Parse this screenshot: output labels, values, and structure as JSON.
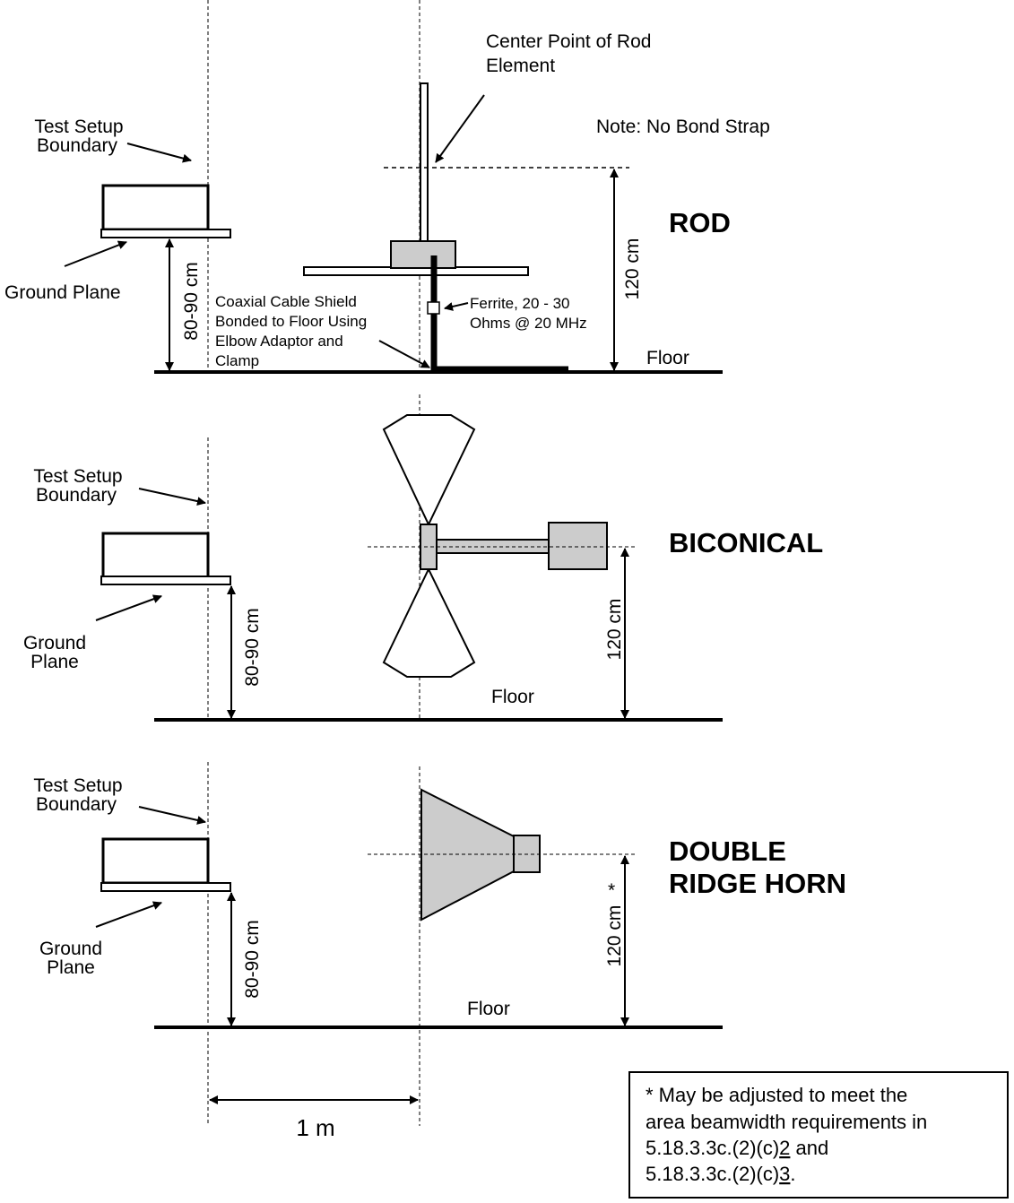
{
  "rod": {
    "center_point_line1": "Center Point of Rod",
    "center_point_line2": "Element",
    "note": "Note: No Bond Strap",
    "boundary_line1": "Test Setup",
    "boundary_line2": "Boundary",
    "ground_plane": "Ground Plane",
    "height_gp": "80-90 cm",
    "coax_line1": "Coaxial Cable Shield",
    "coax_line2": "Bonded to Floor Using",
    "coax_line3": "Elbow Adaptor and",
    "coax_line4": "Clamp",
    "ferrite_line1": "Ferrite, 20 - 30",
    "ferrite_line2": "Ohms @ 20 MHz",
    "height_ant": "120 cm",
    "floor": "Floor",
    "title": "ROD"
  },
  "biconical": {
    "boundary_line1": "Test Setup",
    "boundary_line2": "Boundary",
    "ground_line1": "Ground",
    "ground_line2": "Plane",
    "height_gp": "80-90 cm",
    "height_ant": "120 cm",
    "floor": "Floor",
    "title": "BICONICAL"
  },
  "horn": {
    "boundary_line1": "Test Setup",
    "boundary_line2": "Boundary",
    "ground_line1": "Ground",
    "ground_line2": "Plane",
    "height_gp": "80-90 cm",
    "height_ant": "120 cm",
    "asterisk": "*",
    "floor": "Floor",
    "title_line1": "DOUBLE",
    "title_line2": "RIDGE HORN"
  },
  "distance": "1 m",
  "footnote": {
    "line1": "* May be adjusted to meet the",
    "line2": "area beamwidth requirements in",
    "line3_pre": "5.18.3.3c.(2)(c)",
    "line3_ul": "2",
    "line3_post": " and",
    "line4_pre": "5.18.3.3c.(2)(c)",
    "line4_ul": "3",
    "line4_post": "."
  }
}
